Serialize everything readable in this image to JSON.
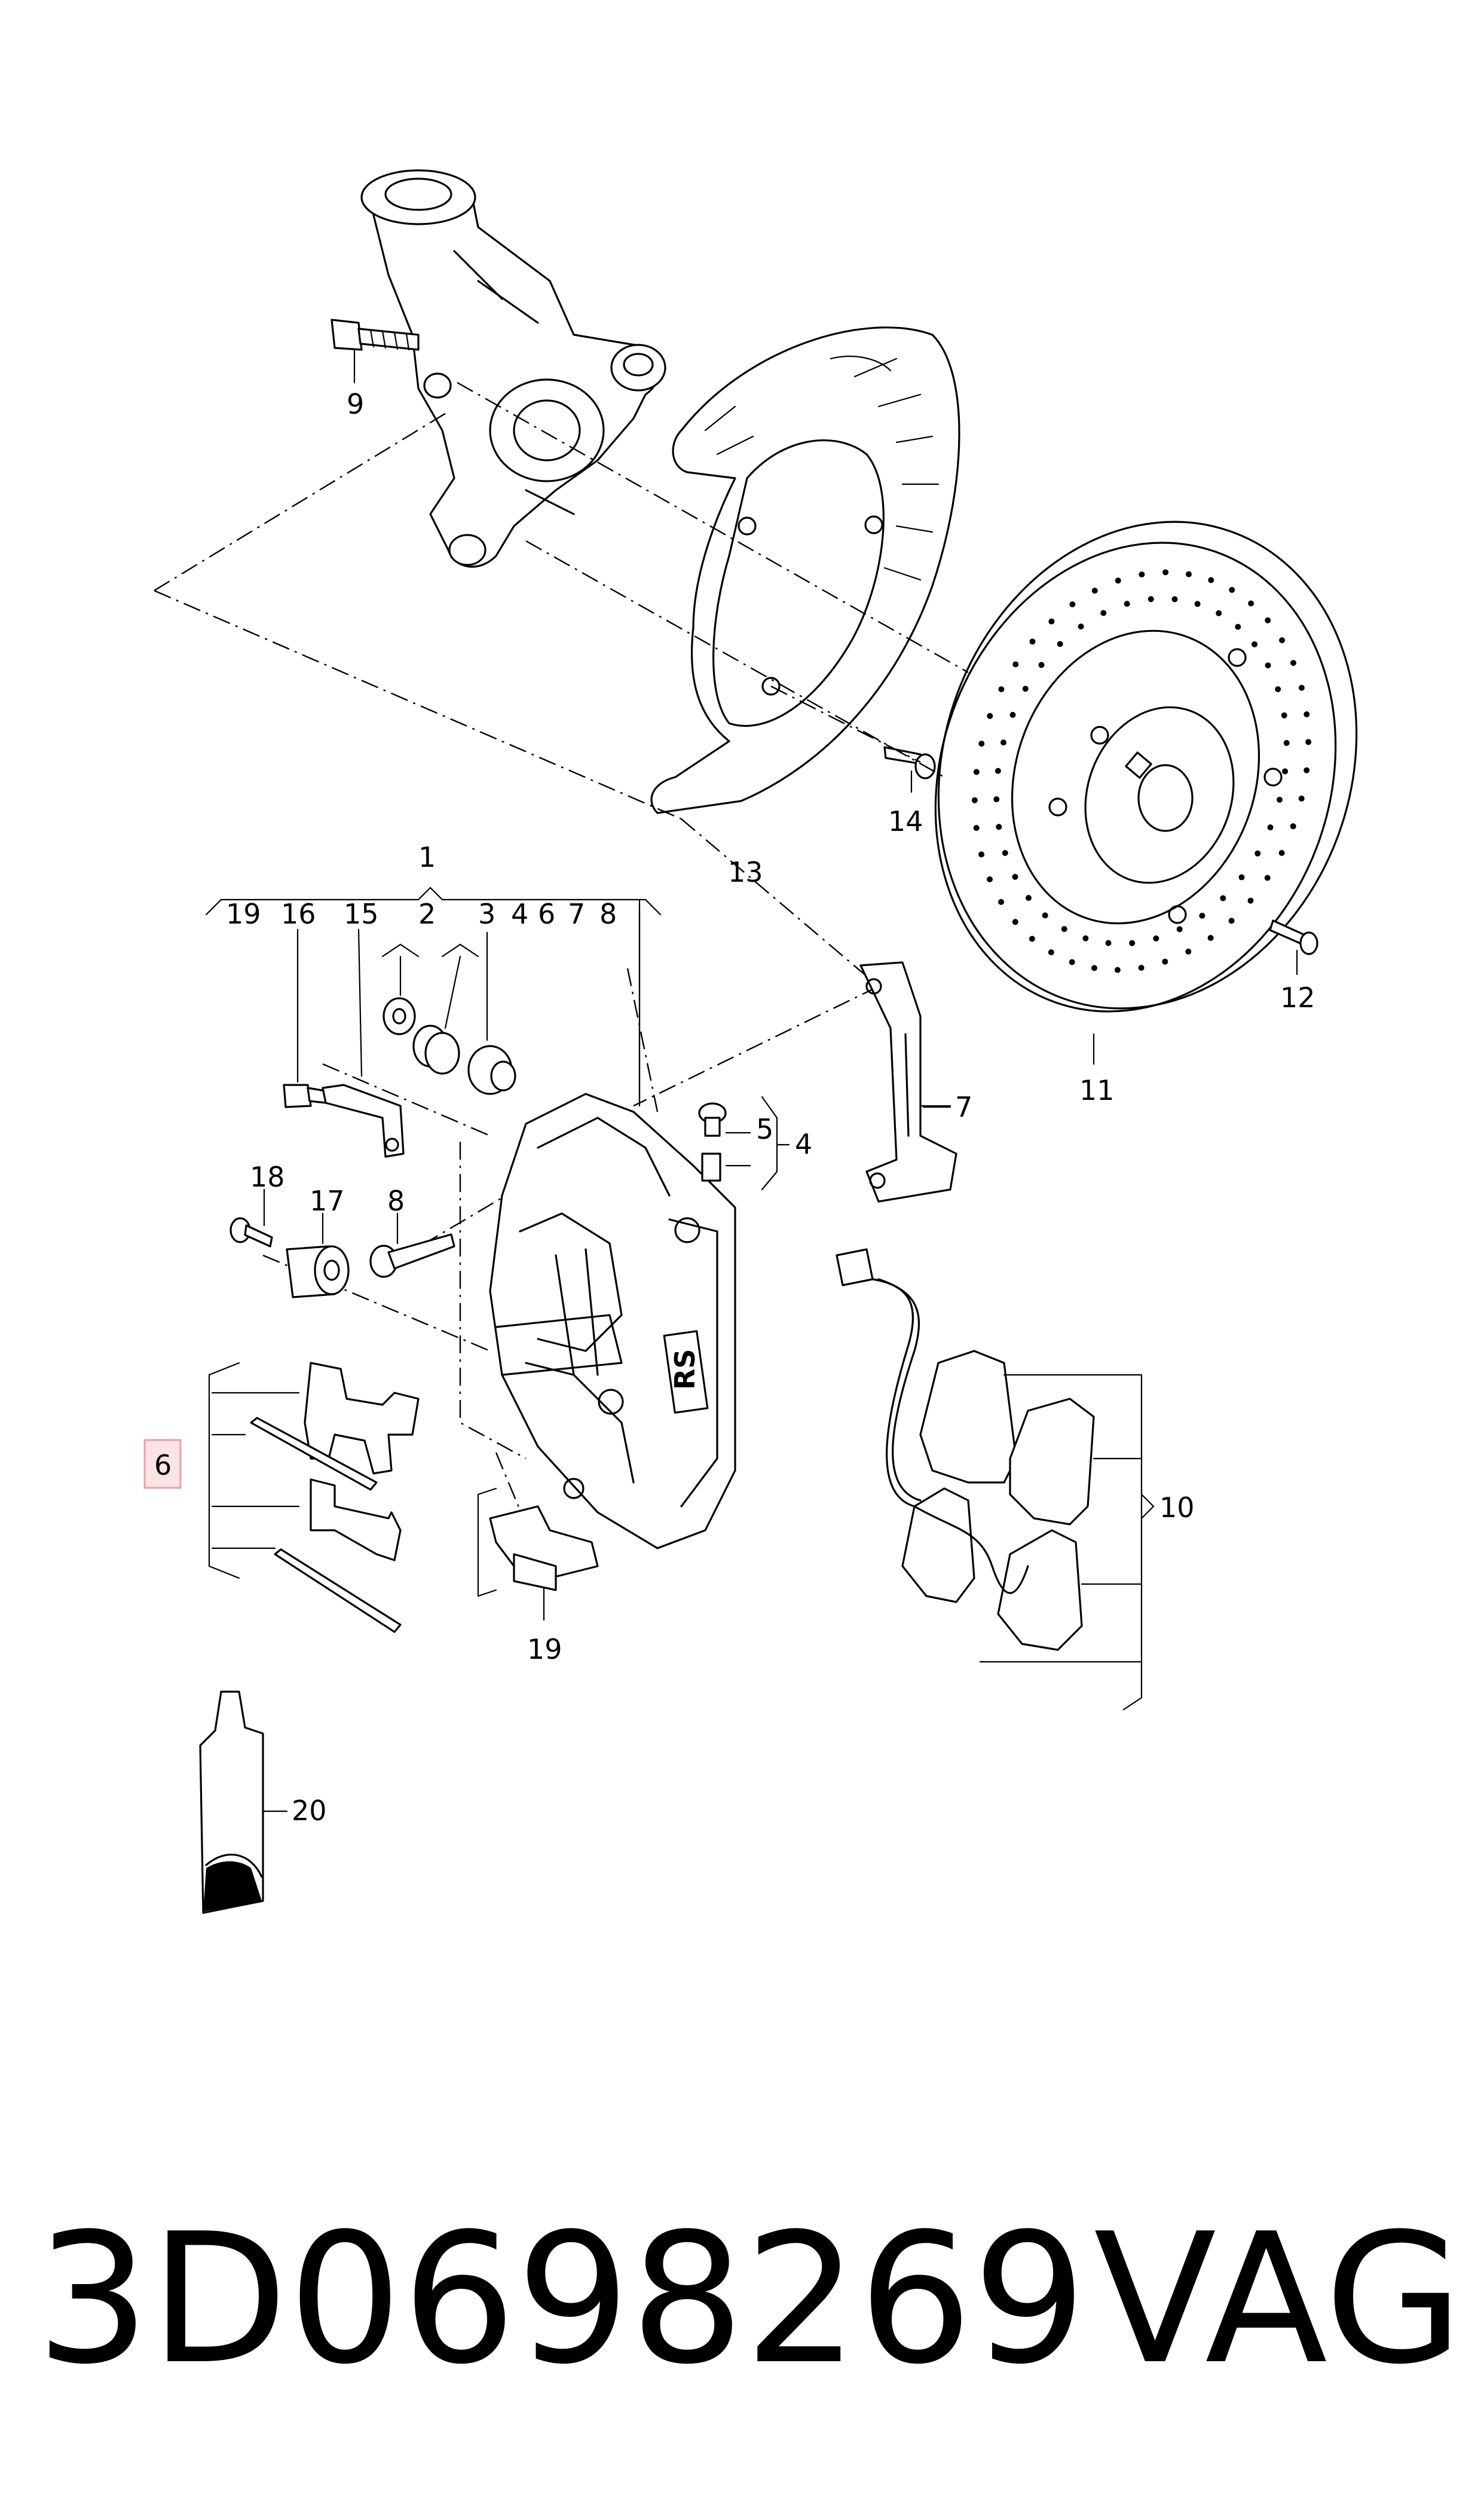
{
  "diagram": {
    "labels": {
      "n1": "1",
      "n2a": "2",
      "n2b": "2",
      "n3": "3",
      "n4a": "4",
      "n4b": "4",
      "n5": "5",
      "n6": "6",
      "n6b": "6",
      "n7a": "7",
      "n7b": "7",
      "n8a": "8",
      "n8b": "8",
      "n9": "9",
      "n10": "10",
      "n11": "11",
      "n12": "12",
      "n13": "13",
      "n14": "14",
      "n15": "15",
      "n16": "16",
      "n17": "17",
      "n18": "18",
      "n19a": "19",
      "n19b": "19",
      "n20": "20"
    },
    "highlight_color": "#e8a0a8",
    "highlight_fill": "#fbe3e6"
  },
  "footer": {
    "part_number": "3D0698269",
    "brand": "VAG"
  }
}
